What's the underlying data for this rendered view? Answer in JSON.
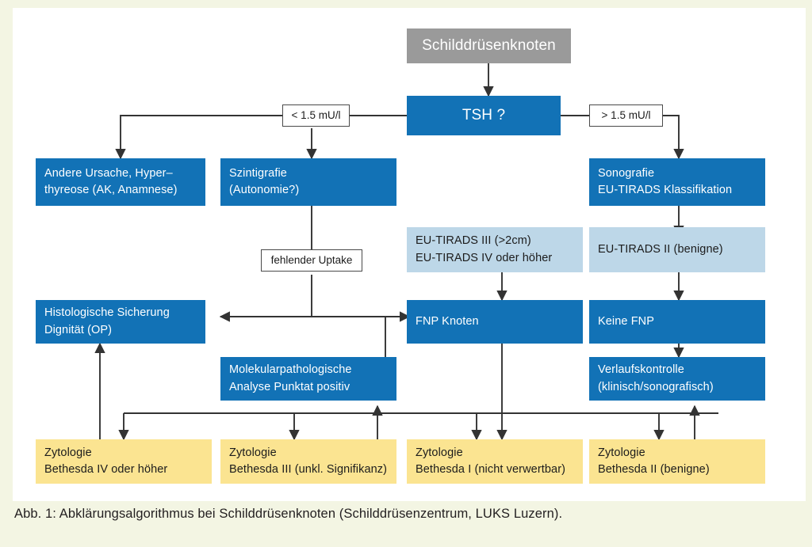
{
  "figure": {
    "caption": "Abb. 1: Abklärungsalgorithmus bei Schilddrüsenknoten (Schilddrüsenzentrum, LUKS Luzern)."
  },
  "colors": {
    "page_background": "#f3f5e3",
    "panel_background": "#ffffff",
    "primary_blue": "#1272b6",
    "light_blue": "#bdd7e8",
    "grey": "#9a9a9a",
    "yellow": "#fbe491",
    "line": "#333333"
  },
  "chart_data": {
    "type": "diagram",
    "title": "Abklärungsalgorithmus bei Schilddrüsenknoten",
    "nodes": [
      {
        "id": "start",
        "label": "Schilddrüsenknoten",
        "style": "grey"
      },
      {
        "id": "tsh",
        "label": "TSH ?",
        "style": "blue"
      },
      {
        "id": "andere",
        "label": "Andere Ursache, Hyper–\nthyreose (AK, Anamnese)",
        "style": "blue"
      },
      {
        "id": "szinti",
        "label": "Szintigrafie\n(Autonomie?)",
        "style": "blue"
      },
      {
        "id": "sono",
        "label": "Sonografie\nEU-TIRADS Klassifikation",
        "style": "blue"
      },
      {
        "id": "tirads34",
        "label": "EU-TIRADS III (>2cm)\nEU-TIRADS IV oder höher",
        "style": "light_blue"
      },
      {
        "id": "tirads2",
        "label": "EU-TIRADS II (benigne)",
        "style": "light_blue"
      },
      {
        "id": "histo",
        "label": "Histologische Sicherung\nDignität (OP)",
        "style": "blue"
      },
      {
        "id": "fnp",
        "label": "FNP Knoten",
        "style": "blue"
      },
      {
        "id": "keinefnp",
        "label": "Keine FNP",
        "style": "blue"
      },
      {
        "id": "molekular",
        "label": "Molekularpathologische\nAnalyse Punktat positiv",
        "style": "blue"
      },
      {
        "id": "verlauf",
        "label": "Verlaufskontrolle\n(klinisch/sonografisch)",
        "style": "blue"
      },
      {
        "id": "zyt4",
        "label": "Zytologie\nBethesda IV oder höher",
        "style": "yellow"
      },
      {
        "id": "zyt3",
        "label": "Zytologie\nBethesda III (unkl. Signifikanz)",
        "style": "yellow"
      },
      {
        "id": "zyt1",
        "label": "Zytologie\nBethesda I (nicht verwertbar)",
        "style": "yellow"
      },
      {
        "id": "zyt2",
        "label": "Zytologie\nBethesda II (benigne)",
        "style": "yellow"
      }
    ],
    "edge_labels": [
      {
        "id": "low",
        "label": "< 1.5 mU/l"
      },
      {
        "id": "high",
        "label": "> 1.5 mU/l"
      },
      {
        "id": "uptake",
        "label": "fehlender Uptake"
      }
    ],
    "edges": [
      {
        "from": "start",
        "to": "tsh"
      },
      {
        "from": "tsh",
        "to": "andere",
        "label": "< 1.5 mU/l"
      },
      {
        "from": "tsh",
        "to": "szinti",
        "label": "< 1.5 mU/l"
      },
      {
        "from": "tsh",
        "to": "sono",
        "label": "> 1.5 mU/l"
      },
      {
        "from": "szinti",
        "to": "fnp",
        "label": "fehlender Uptake"
      },
      {
        "from": "sono",
        "to": "tirads34"
      },
      {
        "from": "sono",
        "to": "tirads2"
      },
      {
        "from": "tirads34",
        "to": "fnp"
      },
      {
        "from": "tirads2",
        "to": "keinefnp"
      },
      {
        "from": "keinefnp",
        "to": "verlauf"
      },
      {
        "from": "fnp",
        "to": "zyt1"
      },
      {
        "from": "fnp",
        "to": "molekular"
      },
      {
        "from": "molekular",
        "to": "histo"
      },
      {
        "from": "zyt4",
        "to": "histo"
      },
      {
        "from": "zyt3",
        "to": "molekular"
      },
      {
        "from": "zyt1",
        "to": "zyt-bus"
      },
      {
        "from": "zyt2",
        "to": "verlauf"
      }
    ]
  }
}
